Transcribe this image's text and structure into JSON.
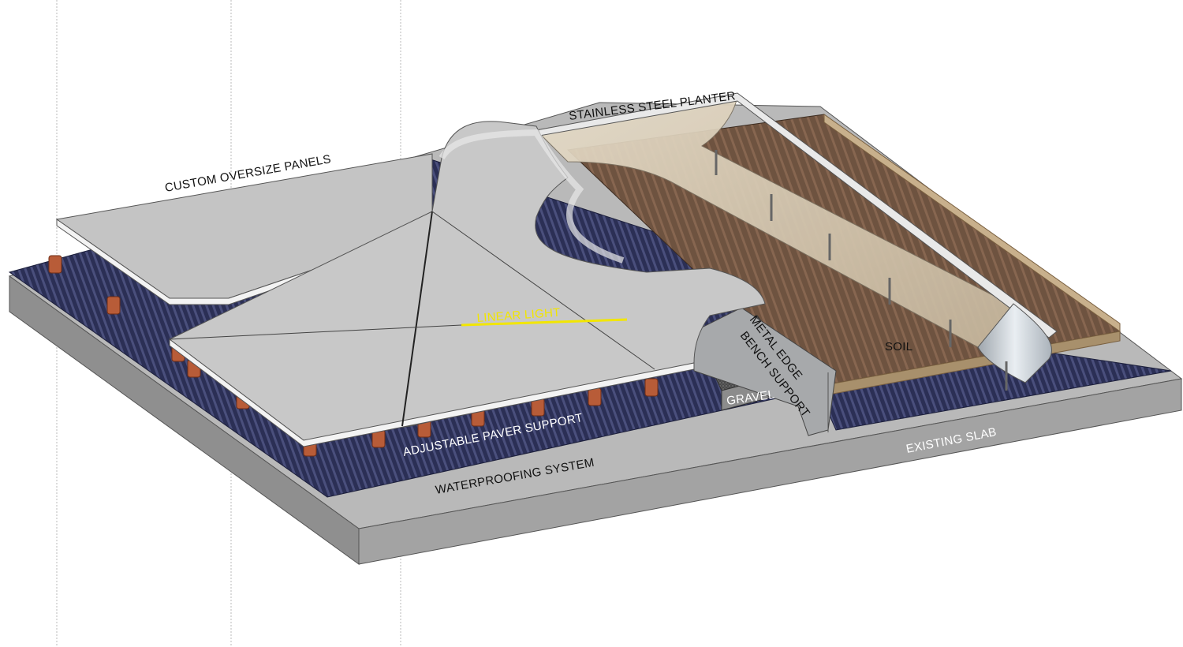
{
  "labels": {
    "custom_oversize_panels": "CUSTOM OVERSIZE PANELS",
    "stainless_steel_planter": "STAINLESS STEEL PLANTER",
    "linear_light": "LINEAR LIGHT",
    "metal_edge_line1": "METAL EDGE",
    "metal_edge_line2": "BENCH SUPPORT",
    "soil": "SOIL",
    "gravel": "GRAVEL",
    "adjustable_paver_support": "ADJUSTABLE PAVER SUPPORT",
    "waterproofing_system": "WATERPROOFING SYSTEM",
    "existing_slab": "EXISTING SLAB"
  },
  "colors": {
    "slab_top": "#b9b9b9",
    "slab_side": "#8f8f8f",
    "waterproofing": "#2b2f55",
    "paver_panel": "#c4c4c4",
    "soil_wood": "#6e5340",
    "planter_steel": "#d9d4c6",
    "pedestal": "#b85c38",
    "linear_light": "#f2e600"
  }
}
